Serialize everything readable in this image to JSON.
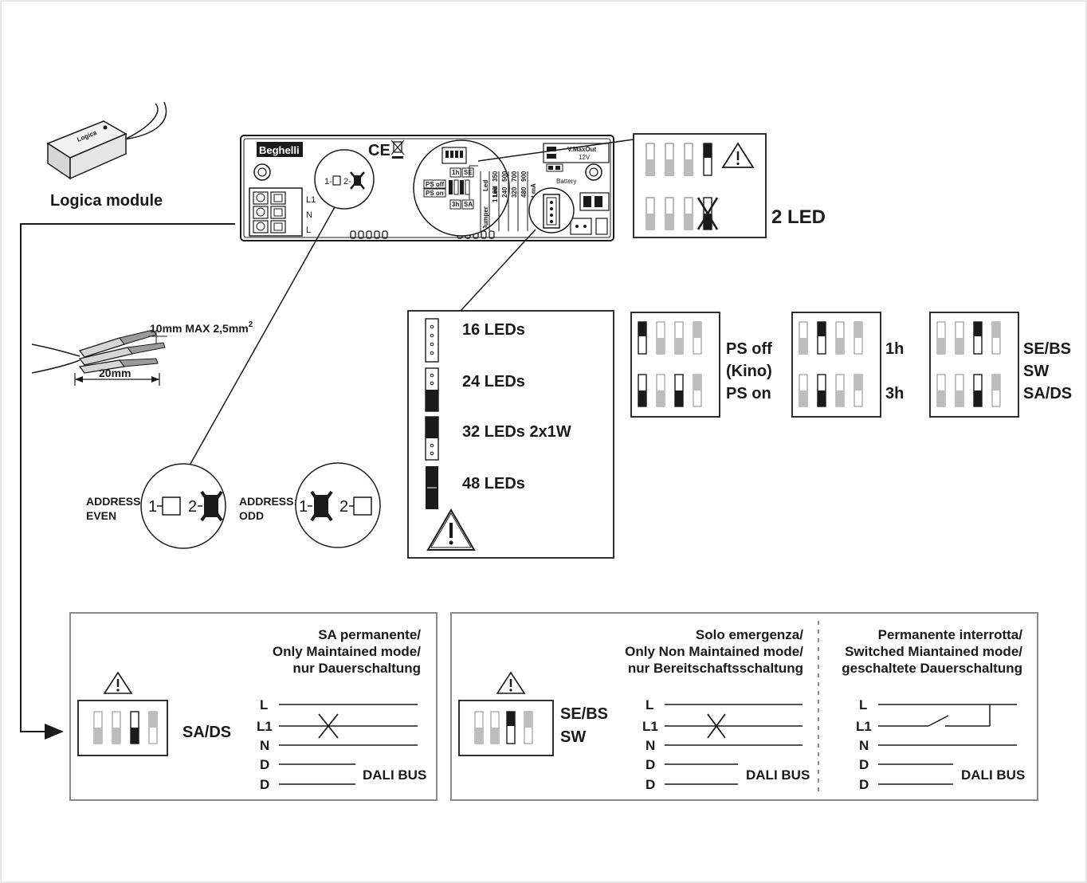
{
  "logica_module": {
    "label": "Logica module",
    "device_text": "Logica"
  },
  "device": {
    "brand": "Beghelli",
    "ce_mark": "CE",
    "terminal_labels": [
      "L1",
      "N",
      "L"
    ],
    "jumper_address_text": {
      "one": "1-",
      "two": "2-"
    },
    "dip_text": {
      "ps_off": "PS off",
      "ps_on": "PS on",
      "h1": "1h",
      "h3": "3h",
      "se": "SE",
      "sa": "SA"
    },
    "table_header": {
      "jumper": "Jumper",
      "led": "Led",
      "led_count": "1 Led",
      "iout": "Iout mA"
    },
    "table_values": [
      "350",
      "160",
      "500",
      "240",
      "700",
      "320",
      "900",
      "480"
    ],
    "vmaxout": "V.MaxOut",
    "vmaxout_value": "12V",
    "battery": "Battery"
  },
  "led2_box": {
    "label": "2 LED"
  },
  "wire": {
    "strip_label": "10mm MAX 2,5mm",
    "strip_sup": "2",
    "length_label": "20mm"
  },
  "address": {
    "even": {
      "label1": "ADDRESS:",
      "label2": "EVEN",
      "one": "1",
      "two": "2"
    },
    "odd": {
      "label1": "ADDRESS:",
      "label2": "ODD",
      "one": "1",
      "two": "2"
    }
  },
  "led_jumpers": [
    {
      "label": "16 LEDs"
    },
    {
      "label": "24 LEDs"
    },
    {
      "label": "32 LEDs 2x1W"
    },
    {
      "label": "48 LEDs"
    }
  ],
  "dip_boxes": {
    "ps": {
      "top": "PS off",
      "mid": "(Kino)",
      "bottom": "PS on"
    },
    "hours": {
      "top": "1h",
      "bottom": "3h"
    },
    "mode": {
      "top": "SE/BS",
      "mid": "SW",
      "bottom": "SA/DS"
    }
  },
  "modes": {
    "maintained": {
      "title": [
        "SA permanente/",
        "Only Maintained mode/",
        "nur Dauerschaltung"
      ],
      "dip_label": "SA/DS",
      "lines": [
        "L",
        "L1",
        "N",
        "D",
        "D"
      ],
      "bus": "DALI BUS"
    },
    "non_maintained": {
      "title": [
        "Solo emergenza/",
        "Only Non Maintained mode/",
        "nur Bereitschaftsschaltung"
      ],
      "dip_label": [
        "SE/BS",
        "SW"
      ],
      "lines": [
        "L",
        "L1",
        "N",
        "D",
        "D"
      ],
      "bus": "DALI BUS"
    },
    "switched": {
      "title": [
        "Permanente interrotta/",
        "Switched Miantained mode/",
        "geschaltete Dauerschaltung"
      ],
      "lines": [
        "L",
        "L1",
        "N",
        "D",
        "D"
      ],
      "bus": "DALI BUS"
    }
  }
}
